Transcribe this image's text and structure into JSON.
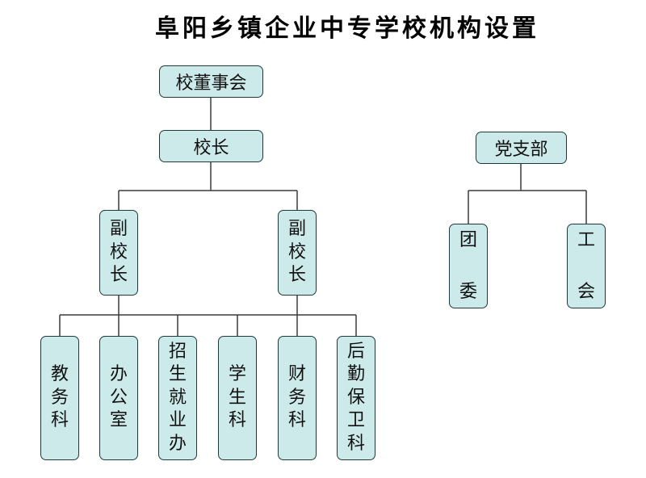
{
  "title": "阜阳乡镇企业中专学校机构设置",
  "left_tree": {
    "board": "校董事会",
    "principal": "校长",
    "vice_principals": [
      "副校长",
      "副校长"
    ],
    "departments": [
      "教务科",
      "办公室",
      "招生就业办",
      "学生科",
      "财务科",
      "后勤保卫科"
    ]
  },
  "right_tree": {
    "party": "党支部",
    "league": "团委",
    "union": "工会"
  },
  "colors": {
    "box_fill": "#cdeaea",
    "box_border": "#1e3a3a",
    "line": "#3a3a3a"
  }
}
